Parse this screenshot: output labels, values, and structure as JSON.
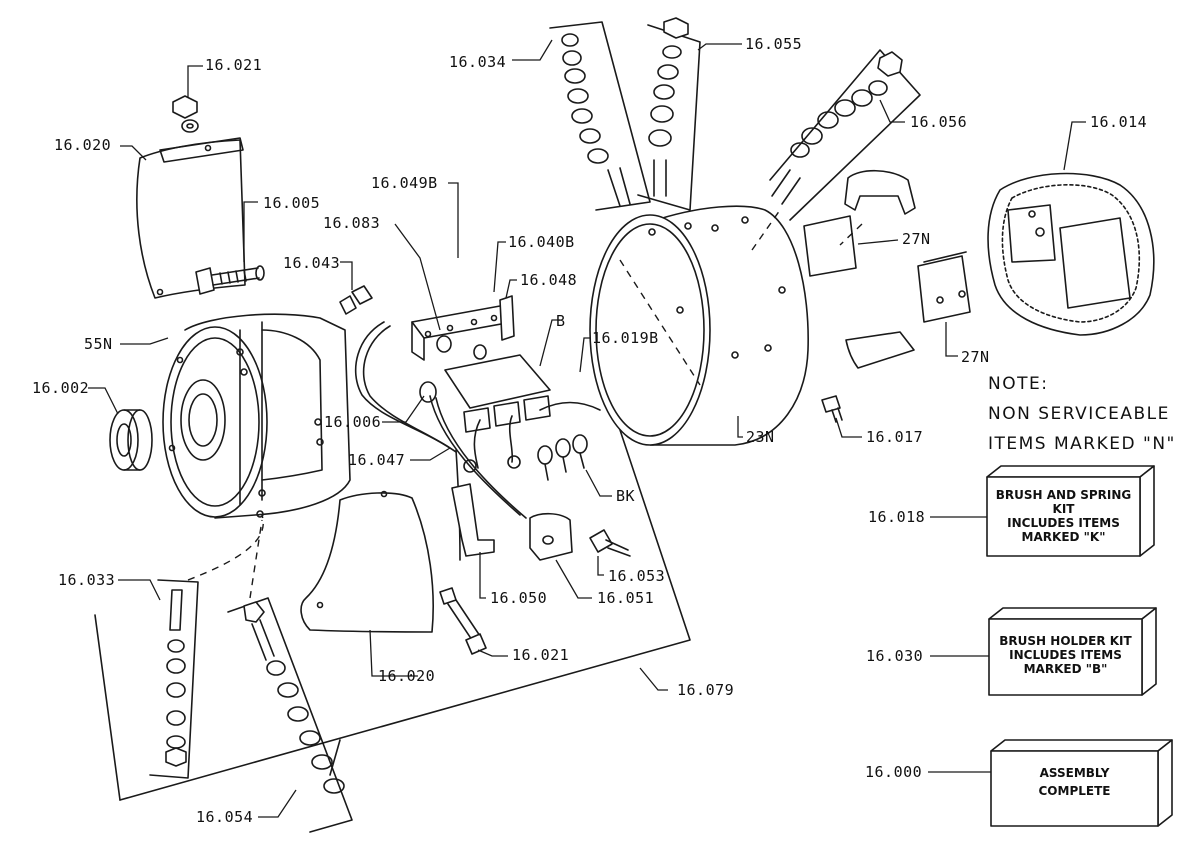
{
  "labels": {
    "l16021_top": "16.021",
    "l16020_top": "16.020",
    "l16005": "16.005",
    "l16043": "16.043",
    "l55n": "55N",
    "l16002": "16.002",
    "l16049b": "16.049B",
    "l16083": "16.083",
    "l16040b": "16.040B",
    "l16048": "16.048",
    "lB": "B",
    "l16019b": "16.019B",
    "l16006": "16.006",
    "l16047": "16.047",
    "lBK": "BK",
    "l16034": "16.034",
    "l16055": "16.055",
    "l16056": "16.056",
    "l16014": "16.014",
    "l27n_a": "27N",
    "l27n_b": "27N",
    "l23n": "23N",
    "l16017": "16.017",
    "l16033": "16.033",
    "l16053": "16.053",
    "l16050": "16.050",
    "l16051": "16.051",
    "l16021_bot": "16.021",
    "l16020_bot": "16.020",
    "l16079": "16.079",
    "l16054": "16.054",
    "l16018": "16.018",
    "l16030": "16.030",
    "l16000": "16.000"
  },
  "note": {
    "line1": "NOTE:",
    "line2": "NON SERVICEABLE",
    "line3": "ITEMS MARKED \"N\""
  },
  "kits": {
    "brush_spring": {
      "line1": "BRUSH AND SPRING",
      "line2": "KIT",
      "line3": "INCLUDES ITEMS",
      "line4": "MARKED \"K\""
    },
    "brush_holder": {
      "line1": "BRUSH HOLDER KIT",
      "line2": "INCLUDES ITEMS",
      "line3": "MARKED \"B\""
    },
    "assembly": {
      "line1": "ASSEMBLY",
      "line2": "COMPLETE"
    }
  }
}
